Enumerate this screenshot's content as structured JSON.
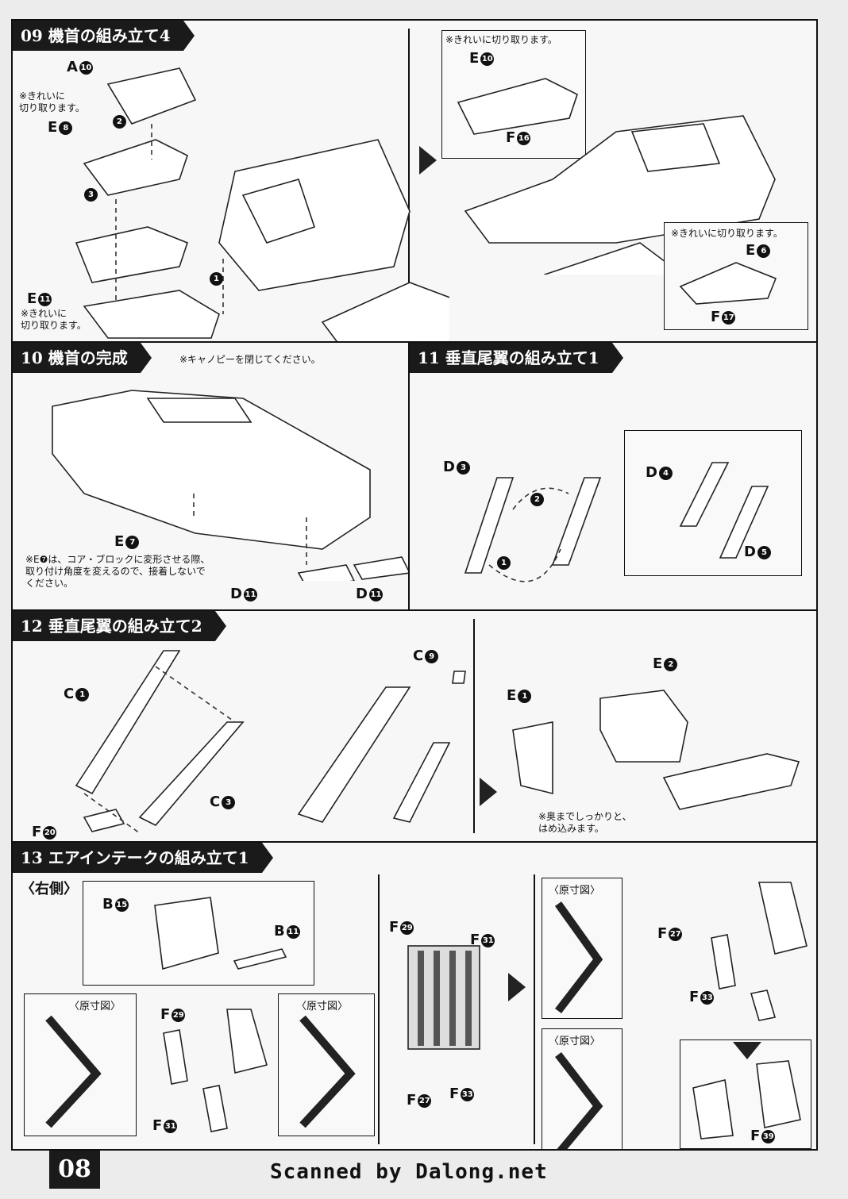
{
  "page_number": "08",
  "footer": "Scanned by Dalong.net",
  "steps": {
    "s09": {
      "title": "09 機首の組み立て4",
      "parts": {
        "a10": "A",
        "e8": "E",
        "e11": "E",
        "e10": "E",
        "f16": "F",
        "e6": "E",
        "f17": "F"
      },
      "nums": {
        "a10": "10",
        "e8": "8",
        "e11": "11",
        "e10": "10",
        "f16": "16",
        "e6": "6",
        "f17": "17",
        "o1": "1",
        "o2": "2",
        "o3": "3"
      },
      "notes": {
        "clean_a": "※きれいに\n切り取ります。",
        "clean_b": "※きれいに\n切り取ります。",
        "clean_c": "※きれいに切り取ります。",
        "clean_d": "※きれいに切り取ります。"
      }
    },
    "s10": {
      "title": "10 機首の完成",
      "note_top": "※キャノピーを閉じてください。",
      "note_e7": "※E❼は、コア・ブロックに変形させる際、\n取り付け角度を変えるので、接着しないで\nください。",
      "parts": {
        "e7": "E",
        "d11a": "D",
        "d11b": "D"
      },
      "nums": {
        "e7": "7",
        "d11a": "11",
        "d11b": "11"
      }
    },
    "s11": {
      "title": "11 垂直尾翼の組み立て1",
      "parts": {
        "d3": "D",
        "d4": "D",
        "d5": "D"
      },
      "nums": {
        "d3": "3",
        "d4": "4",
        "d5": "5",
        "o1": "1",
        "o2": "2"
      }
    },
    "s12": {
      "title": "12 垂直尾翼の組み立て2",
      "parts": {
        "c1": "C",
        "c3": "C",
        "f20": "F",
        "c9": "C",
        "e1": "E",
        "e2": "E"
      },
      "nums": {
        "c1": "1",
        "c3": "3",
        "f20": "20",
        "c9": "9",
        "e1": "1",
        "e2": "2"
      },
      "note": "※奥までしっかりと、\nはめ込みます。"
    },
    "s13": {
      "title": "13 エアインテークの組み立て1",
      "side": "〈右側〉",
      "actual_size": "〈原寸図〉",
      "parts": {
        "b15": "B",
        "b11": "B",
        "f29": "F",
        "f31": "F",
        "f29b": "F",
        "f31b": "F",
        "f27": "F",
        "f33": "F",
        "f27b": "F",
        "f33b": "F",
        "f39": "F"
      },
      "nums": {
        "b15": "15",
        "b11": "11",
        "f29": "29",
        "f31": "31",
        "f29b": "29",
        "f31b": "31",
        "f27": "27",
        "f33": "33",
        "f27b": "27",
        "f33b": "33",
        "f39": "39"
      }
    }
  }
}
